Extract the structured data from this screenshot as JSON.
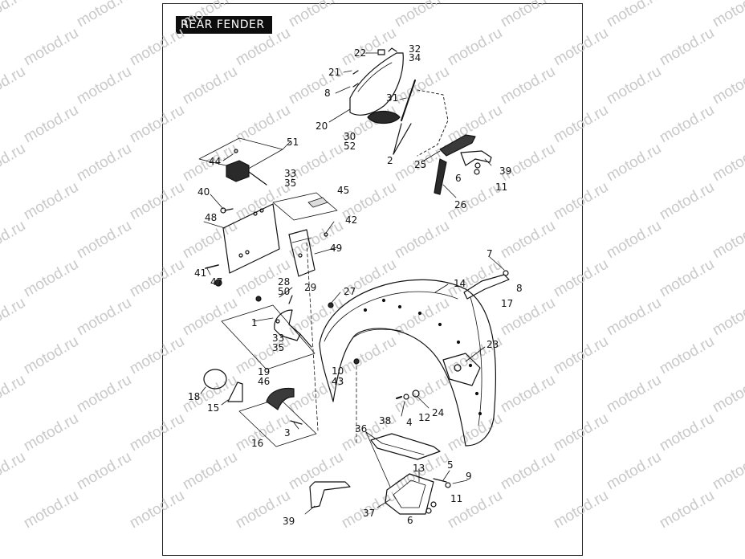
{
  "page": {
    "title": "REAR FENDER"
  },
  "watermark": {
    "text": "motod.ru",
    "color": "#c9c9c9"
  },
  "callouts": [
    {
      "id": "c1",
      "text": "22"
    },
    {
      "id": "c2",
      "text": "32"
    },
    {
      "id": "c3",
      "text": "34"
    },
    {
      "id": "c4",
      "text": "21"
    },
    {
      "id": "c5",
      "text": "8"
    },
    {
      "id": "c6",
      "text": "31"
    },
    {
      "id": "c7",
      "text": "20"
    },
    {
      "id": "c8",
      "text": "30"
    },
    {
      "id": "c9",
      "text": "52"
    },
    {
      "id": "c10",
      "text": "51"
    },
    {
      "id": "c11",
      "text": "44"
    },
    {
      "id": "c12",
      "text": "33"
    },
    {
      "id": "c13",
      "text": "35"
    },
    {
      "id": "c14",
      "text": "2"
    },
    {
      "id": "c15",
      "text": "25"
    },
    {
      "id": "c16",
      "text": "39"
    },
    {
      "id": "c17",
      "text": "6"
    },
    {
      "id": "c18",
      "text": "11"
    },
    {
      "id": "c19",
      "text": "26"
    },
    {
      "id": "c20",
      "text": "40"
    },
    {
      "id": "c21",
      "text": "45"
    },
    {
      "id": "c22",
      "text": "48"
    },
    {
      "id": "c23",
      "text": "42"
    },
    {
      "id": "c24",
      "text": "49"
    },
    {
      "id": "c25",
      "text": "41"
    },
    {
      "id": "c26",
      "text": "47"
    },
    {
      "id": "c27",
      "text": "28"
    },
    {
      "id": "c28",
      "text": "50"
    },
    {
      "id": "c29",
      "text": "29"
    },
    {
      "id": "c30",
      "text": "27"
    },
    {
      "id": "c31",
      "text": "14"
    },
    {
      "id": "c32",
      "text": "7"
    },
    {
      "id": "c33",
      "text": "8"
    },
    {
      "id": "c34",
      "text": "17"
    },
    {
      "id": "c35",
      "text": "1"
    },
    {
      "id": "c36",
      "text": "33"
    },
    {
      "id": "c37",
      "text": "35"
    },
    {
      "id": "c38",
      "text": "23"
    },
    {
      "id": "c39",
      "text": "19"
    },
    {
      "id": "c40",
      "text": "46"
    },
    {
      "id": "c41",
      "text": "10"
    },
    {
      "id": "c42",
      "text": "43"
    },
    {
      "id": "c43",
      "text": "18"
    },
    {
      "id": "c44",
      "text": "15"
    },
    {
      "id": "c45",
      "text": "24"
    },
    {
      "id": "c46",
      "text": "12"
    },
    {
      "id": "c47",
      "text": "4"
    },
    {
      "id": "c48",
      "text": "38"
    },
    {
      "id": "c49",
      "text": "36"
    },
    {
      "id": "c50",
      "text": "3"
    },
    {
      "id": "c51",
      "text": "16"
    },
    {
      "id": "c52",
      "text": "13"
    },
    {
      "id": "c53",
      "text": "5"
    },
    {
      "id": "c54",
      "text": "9"
    },
    {
      "id": "c55",
      "text": "11"
    },
    {
      "id": "c56",
      "text": "37"
    },
    {
      "id": "c57",
      "text": "6"
    },
    {
      "id": "c58",
      "text": "39"
    }
  ]
}
